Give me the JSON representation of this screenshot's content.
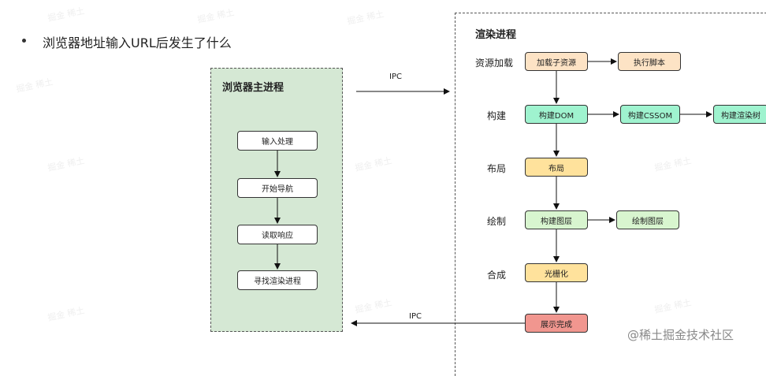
{
  "heading": "浏览器地址输入URL后发生了什么",
  "main_process": {
    "title": "浏览器主进程",
    "steps": [
      "输入处理",
      "开始导航",
      "读取响应",
      "寻找渲染进程"
    ]
  },
  "render_process": {
    "title": "渲染进程",
    "row_labels": [
      "资源加载",
      "构建",
      "布局",
      "绘制",
      "合成"
    ],
    "boxes": {
      "load_sub": "加载子资源",
      "exec_script": "执行脚本",
      "build_dom": "构建DOM",
      "build_cssom": "构建CSSOM",
      "build_render_tree": "构建渲染树",
      "layout": "布局",
      "build_layers": "构建图层",
      "draw_layers": "绘制图层",
      "rasterize": "光栅化",
      "display_done": "展示完成"
    }
  },
  "ipc_labels": {
    "top": "IPC",
    "bottom": "IPC"
  },
  "watermark_text": "掘金 稀土",
  "credit": "@稀土掘金技术社区",
  "colors": {
    "main_panel": "#d5e8d4",
    "orange": "#fde3c5",
    "green": "#9ff3cf",
    "light_green": "#d8f5cf",
    "yellow": "#ffe29c",
    "red": "#f1968f"
  }
}
